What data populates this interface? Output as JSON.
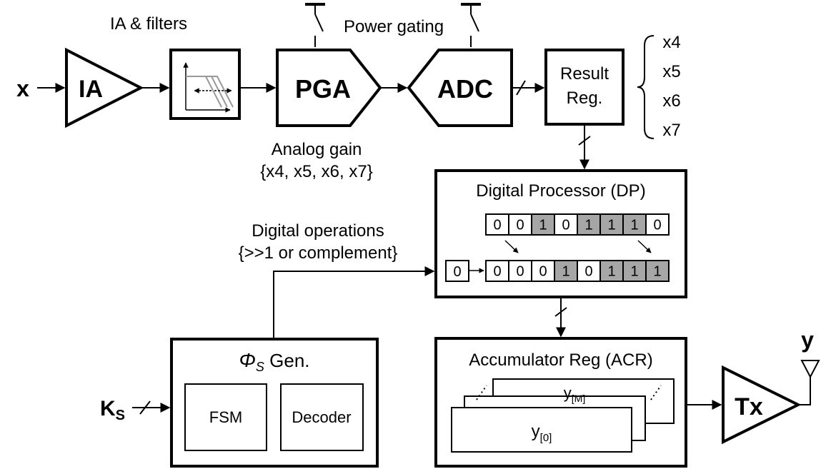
{
  "signals": {
    "input": "x",
    "output": "y",
    "ks_main": "K",
    "ks_sub": "S",
    "x_color": "#1f6fe0",
    "y_color": "#b81414"
  },
  "labels": {
    "ia_filters": "IA & filters",
    "power_gating": "Power gating",
    "analog_gain": "Analog gain",
    "gain_set": "{x4, x5, x6, x7}",
    "digital_ops": "Digital operations",
    "ops_set": "{>>1 or complement}"
  },
  "blocks": {
    "ia": "IA",
    "pga": "PGA",
    "adc": "ADC",
    "result_reg_line1": "Result",
    "result_reg_line2": "Reg.",
    "dp_title": "Digital Processor (DP)",
    "phi": "Φ",
    "phi_sub": "S",
    "phi_rest": " Gen.",
    "fsm": "FSM",
    "decoder": "Decoder",
    "acr_title": "Accumulator Reg (ACR)",
    "y_m": "y",
    "y_m_sub": "[M]",
    "y_0": "y",
    "y_0_sub": "[0]",
    "tx": "Tx"
  },
  "gain_options": [
    "x4",
    "x5",
    "x6",
    "x7"
  ],
  "dp": {
    "row_top": [
      "0",
      "0",
      "1",
      "0",
      "1",
      "1",
      "1",
      "0"
    ],
    "row_top_shaded": [
      false,
      false,
      true,
      false,
      true,
      true,
      true,
      false
    ],
    "shift_in": "0",
    "row_bottom": [
      "0",
      "0",
      "0",
      "1",
      "0",
      "1",
      "1",
      "1"
    ],
    "row_bottom_shaded": [
      false,
      false,
      false,
      true,
      false,
      true,
      true,
      true
    ]
  }
}
